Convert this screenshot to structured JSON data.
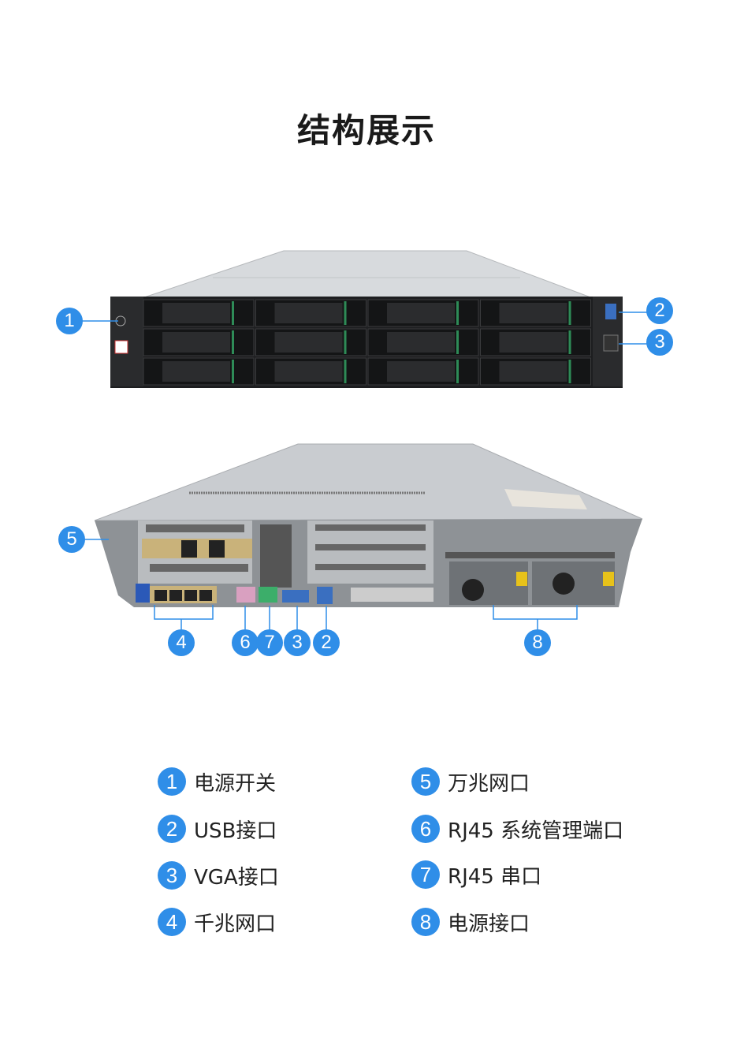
{
  "title": "结构展示",
  "colors": {
    "accent": "#2f8ee8",
    "text": "#222222"
  },
  "callouts": {
    "front": [
      "1",
      "2",
      "3"
    ],
    "rear": [
      "5",
      "4",
      "6",
      "7",
      "3",
      "2",
      "8"
    ]
  },
  "legend": [
    {
      "num": "1",
      "label": "电源开关"
    },
    {
      "num": "2",
      "label": "USB接口"
    },
    {
      "num": "3",
      "label": "VGA接口"
    },
    {
      "num": "4",
      "label": "千兆网口"
    },
    {
      "num": "5",
      "label": "万兆网口"
    },
    {
      "num": "6",
      "label": "RJ45 系统管理端口"
    },
    {
      "num": "7",
      "label": "RJ45 串口"
    },
    {
      "num": "8",
      "label": "电源接口"
    }
  ]
}
